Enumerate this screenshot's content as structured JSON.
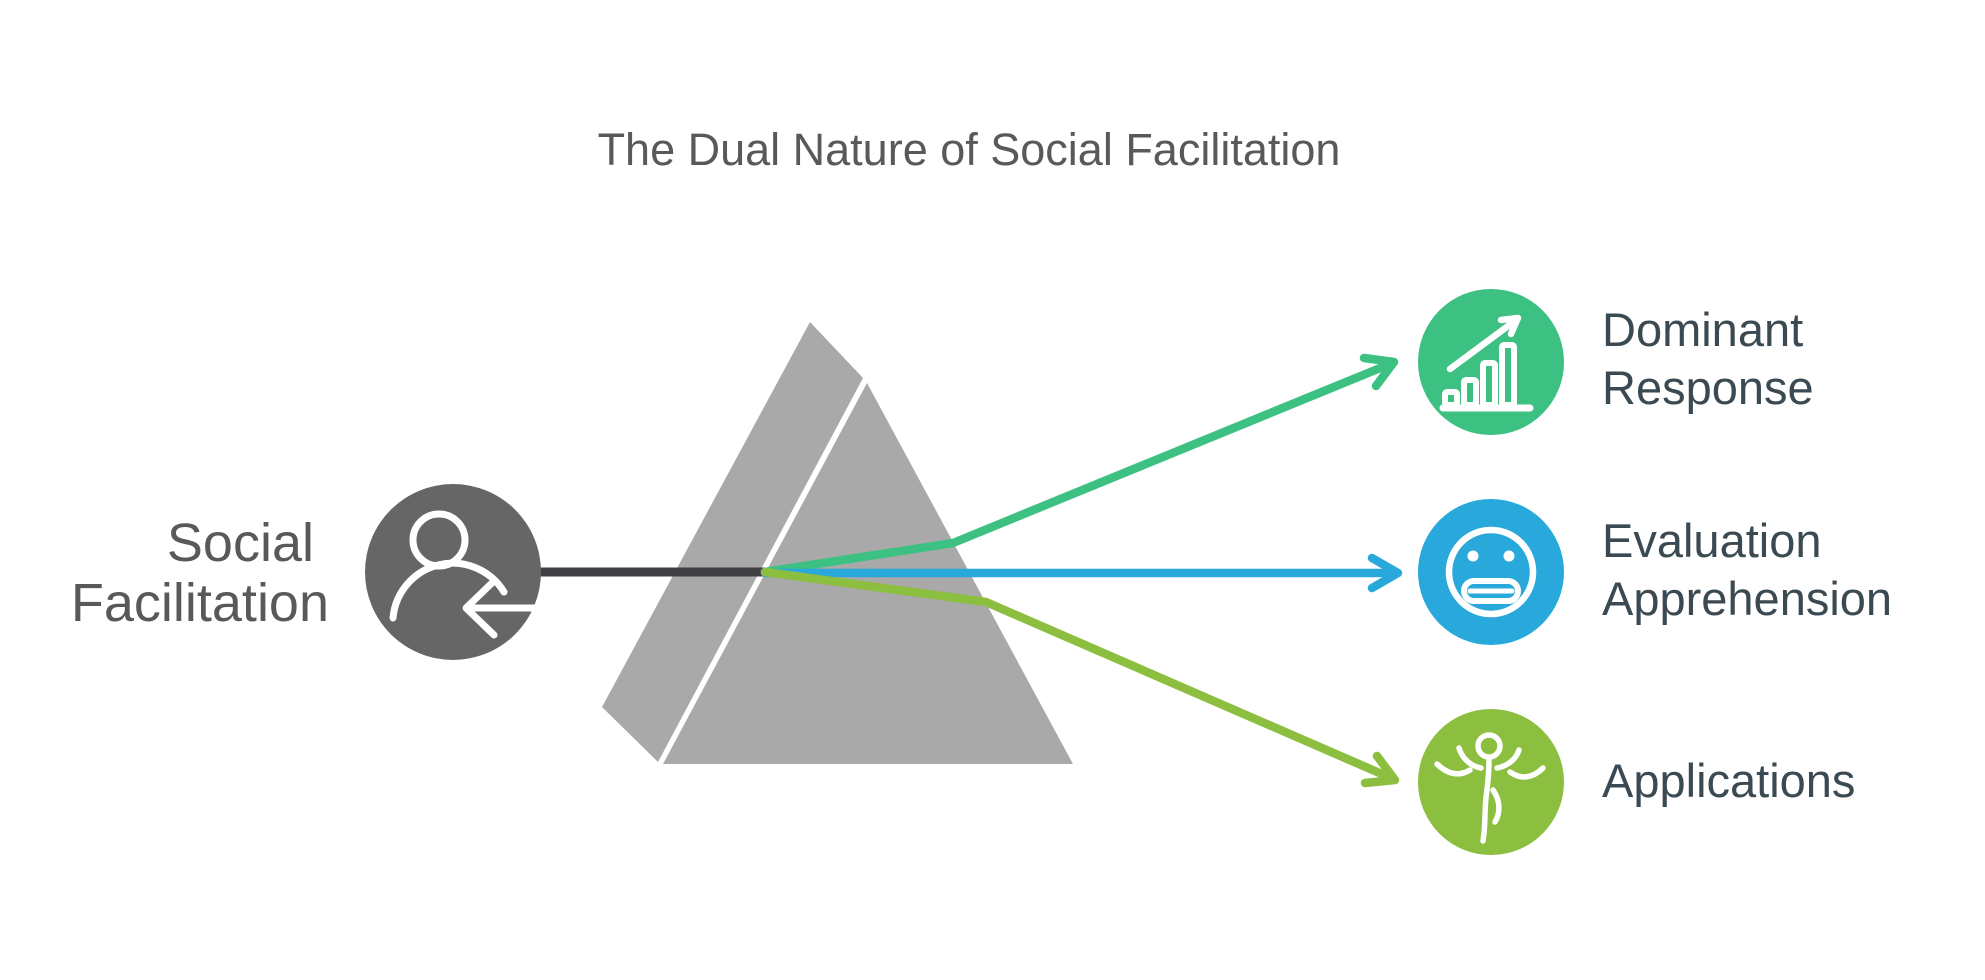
{
  "title": {
    "text": "The Dual Nature of Social Facilitation"
  },
  "source": {
    "lines": [
      "Social",
      "Facilitation"
    ],
    "icon": "person-arrow-icon"
  },
  "outputs": [
    {
      "lines": [
        "Dominant",
        "Response"
      ],
      "icon": "bar-chart-rising-icon",
      "color": "#3dc183"
    },
    {
      "lines": [
        "Evaluation",
        "Apprehension"
      ],
      "icon": "grimace-face-icon",
      "color": "#29a8dc"
    },
    {
      "lines": [
        "Applications"
      ],
      "icon": "finish-line-winner-icon",
      "color": "#8cbe3f"
    }
  ],
  "colors": {
    "background": "#ffffff",
    "title_text": "#58595a",
    "source_text": "#58595a",
    "output_text": "#3b4a52",
    "source_circle": "#666667",
    "prism": "#a9a9a9",
    "prism_gap": "#ffffff",
    "input_beam": "#414042",
    "icon_stroke": "#ffffff"
  }
}
